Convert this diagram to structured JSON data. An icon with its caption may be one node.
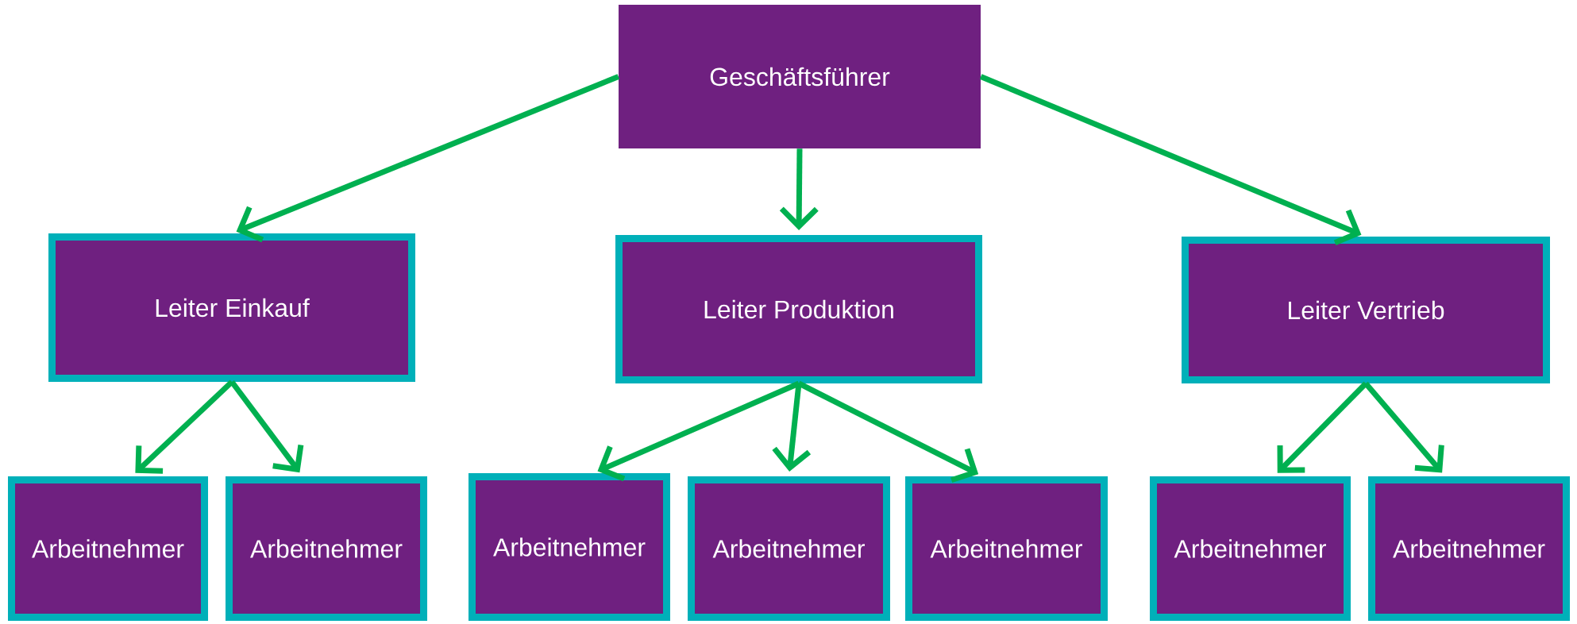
{
  "diagram": {
    "nodes": [
      {
        "text": [
          "Geschäftsführer"
        ]
      },
      {
        "text": [
          "Leiter Einkauf"
        ]
      },
      {
        "text": [
          "Leiter Produktion"
        ]
      },
      {
        "text": [
          "Leiter Vertrieb"
        ]
      },
      {
        "text": [
          "Arbeitnehmer"
        ]
      },
      {
        "text": [
          "Arbeitnehmer"
        ]
      },
      {
        "text": [
          "Arbeitnehmer"
        ]
      },
      {
        "text": [
          "Arbeitnehmer"
        ]
      },
      {
        "text": [
          "Arbeitnehmer"
        ]
      },
      {
        "text": [
          "Arbeitnehmer"
        ]
      },
      {
        "text": [
          "Arbeitnehmer"
        ]
      }
    ],
    "edges": [
      {
        "from": 0,
        "to": 1,
        "arrow": "to"
      },
      {
        "from": 0,
        "to": 2,
        "arrow": "to"
      },
      {
        "from": 0,
        "to": 3,
        "arrow": "to"
      },
      {
        "from": 1,
        "to": 4,
        "arrow": "to"
      },
      {
        "from": 1,
        "to": 5,
        "arrow": "to"
      },
      {
        "from": 2,
        "to": 6,
        "arrow": "to"
      },
      {
        "from": 2,
        "to": 7,
        "arrow": "to"
      },
      {
        "from": 2,
        "to": 8,
        "arrow": "to"
      },
      {
        "from": 3,
        "to": 9,
        "arrow": "to"
      },
      {
        "from": 3,
        "to": 10,
        "arrow": "to"
      }
    ]
  }
}
